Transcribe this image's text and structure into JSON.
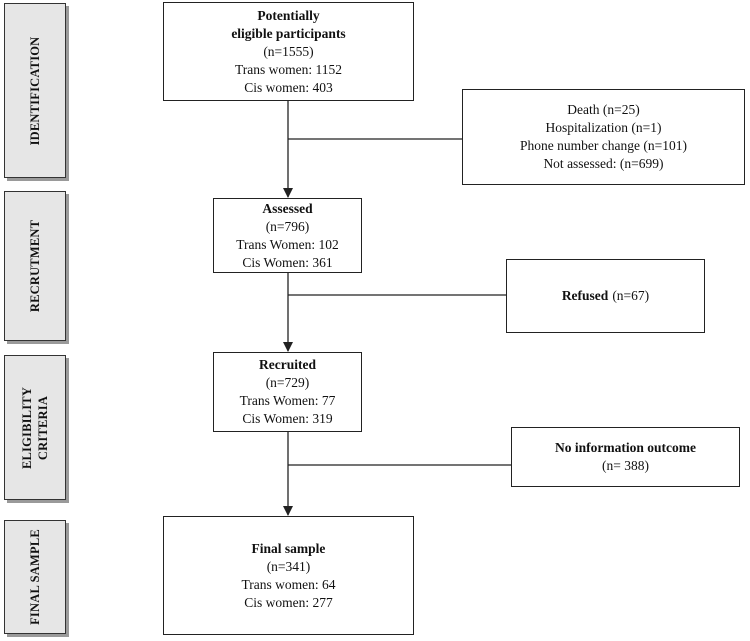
{
  "stages": [
    {
      "label_lines": [
        "IDENTIFICATION"
      ]
    },
    {
      "label_lines": [
        "RECRUTMENT"
      ]
    },
    {
      "label_lines": [
        "ELIGIBILITY",
        "CRITERIA"
      ]
    },
    {
      "label_lines": [
        "FINAL SAMPLE"
      ]
    }
  ],
  "main_boxes": {
    "identification": {
      "title1": "Potentially",
      "title2": "eligible participants",
      "count": "(n=1555)",
      "line1": "Trans women: 1152",
      "line2": "Cis women: 403"
    },
    "assessed": {
      "title": "Assessed",
      "count": "(n=796)",
      "line1": "Trans Women: 102",
      "line2": "Cis Women: 361"
    },
    "recruited": {
      "title": "Recruited",
      "count": "(n=729)",
      "line1": "Trans Women: 77",
      "line2": "Cis Women: 319"
    },
    "final": {
      "title": "Final sample",
      "count": "(n=341)",
      "line1": "Trans women: 64",
      "line2": "Cis women: 277"
    }
  },
  "exclusion_boxes": {
    "losses": {
      "lines": [
        "Death (n=25)",
        "Hospitalization (n=1)",
        "Phone number change (n=101)",
        "Not assessed: (n=699)"
      ]
    },
    "refused": {
      "title": "Refused",
      "count": "(n=67)"
    },
    "no_info": {
      "title": "No information outcome",
      "count": "(n= 388)"
    }
  }
}
